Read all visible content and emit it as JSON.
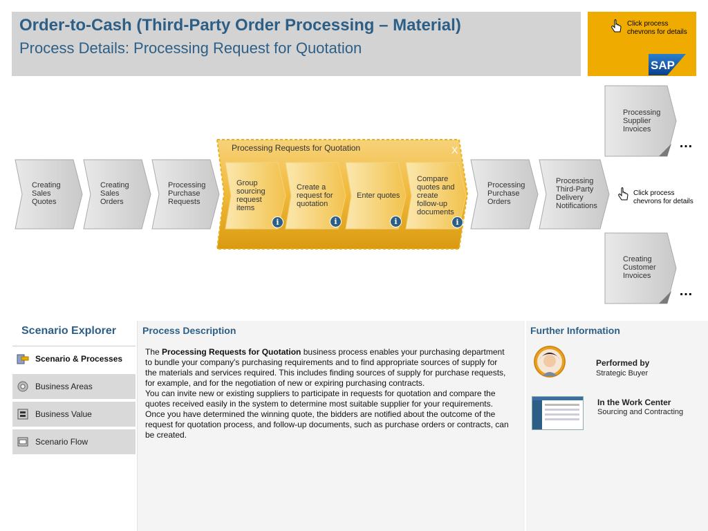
{
  "header": {
    "title": "Order-to-Cash (Third-Party Order Processing – Material)",
    "subtitle": "Process Details: Processing Request for Quotation"
  },
  "hint_text": "Click process chevrons for details",
  "brand": {
    "logo_text": "SAP",
    "panel_color": "#f0ab00",
    "accent_color": "#2d5f86"
  },
  "flow": {
    "steps": [
      {
        "label": "Creating Sales Quotes"
      },
      {
        "label": "Creating Sales Orders"
      },
      {
        "label": "Processing Purchase Requests"
      },
      {
        "label": "Processing Purchase Orders"
      },
      {
        "label": "Processing Third-Party Delivery Notifications"
      }
    ],
    "branch_top": {
      "label": "Processing Supplier Invoices"
    },
    "branch_bottom": {
      "label": "Creating Customer Invoices"
    },
    "more": "…",
    "expanded": {
      "title": "Processing Requests for Quotation",
      "close": "X",
      "substeps": [
        {
          "label": "Group sourcing request items"
        },
        {
          "label": "Create a request for quotation"
        },
        {
          "label": "Enter quotes"
        },
        {
          "label": "Compare quotes and create follow-up documents"
        }
      ],
      "info_glyph": "i"
    }
  },
  "explorer": {
    "title": "Scenario Explorer",
    "items": [
      {
        "label": "Scenario & Processes",
        "icon": "scenario-icon",
        "active": true
      },
      {
        "label": "Business Areas",
        "icon": "gear-icon"
      },
      {
        "label": "Business Value",
        "icon": "value-icon"
      },
      {
        "label": "Scenario Flow",
        "icon": "flow-icon"
      }
    ]
  },
  "description": {
    "title": "Process Description",
    "p1_prefix": "The ",
    "p1_bold": "Processing Requests for Quotation",
    "p1_rest": " business process enables your purchasing department to bundle your company's purchasing requirements and to find appropriate sources of supply for the materials and services required. This includes finding sources of supply for purchase requests, for example, and for the negotiation of new or expiring purchasing contracts.",
    "p2": "You can invite new or existing suppliers to participate in requests for quotation and compare the quotes received easily in the system to determine most suitable supplier for your requirements.",
    "p3": "Once you have determined the winning quote, the bidders are notified about the outcome of the request for quotation process, and follow-up documents, such as purchase orders or contracts, can be created."
  },
  "further": {
    "title": "Further Information",
    "performed_label": "Performed by",
    "performed_value": "Strategic Buyer",
    "workcenter_label": "In the Work Center",
    "workcenter_value": "Sourcing and Contracting"
  }
}
